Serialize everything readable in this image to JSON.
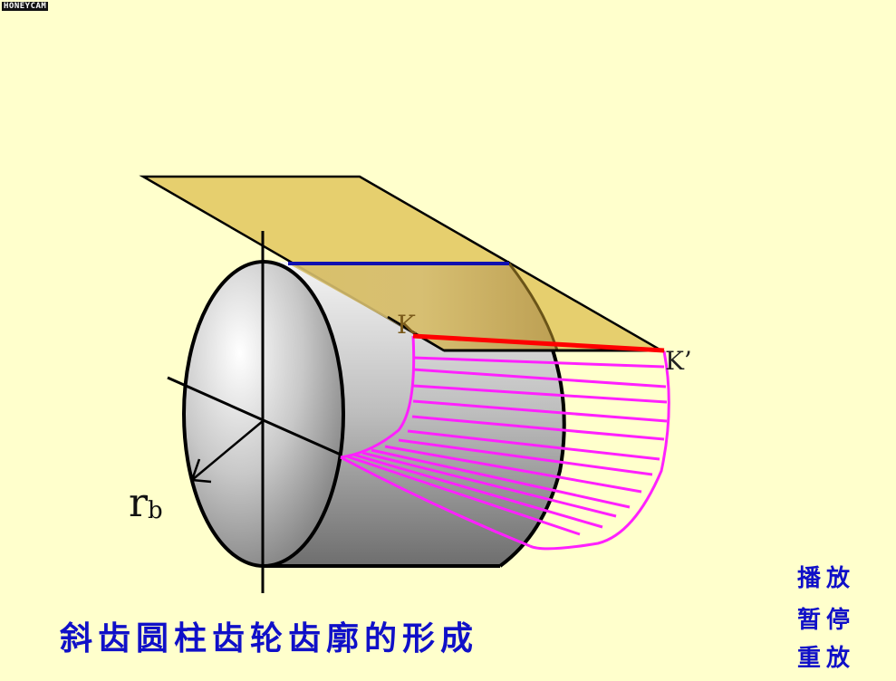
{
  "watermark": "HONEYCAM",
  "title": "斜齿圆柱齿轮齿廓的形成",
  "controls": {
    "play": "播放",
    "pause": "暂停",
    "replay": "重放"
  },
  "labels": {
    "point_k": "K",
    "point_k_prime": "K’",
    "radius_main": "r",
    "radius_sub": "b"
  },
  "colors": {
    "background": "#ffffcc",
    "plane_fill": "#e6cf6e",
    "contact_line": "#1010b0",
    "generating_line": "#ff0000",
    "involute_surface": "#ff20ff",
    "text_blue": "#1010c8"
  }
}
